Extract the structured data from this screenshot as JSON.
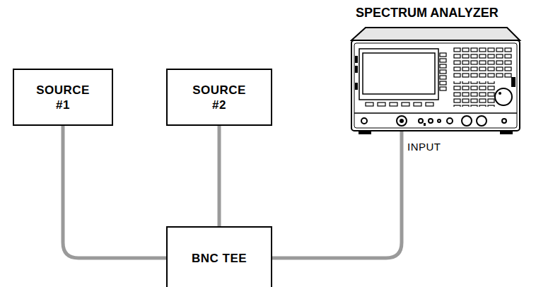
{
  "diagram": {
    "nodes": [
      {
        "text": [
          "SOURCE #1"
        ]
      },
      {
        "text": [
          "SOURCE #2"
        ]
      },
      {
        "text": [
          "BNC TEE"
        ]
      },
      {
        "text": [
          "SPECTRUM ANALYZER"
        ]
      }
    ],
    "edges": [
      {
        "from": 0,
        "to": 2,
        "arrow": "none"
      },
      {
        "from": 1,
        "to": 2,
        "arrow": "none"
      },
      {
        "from": 2,
        "to": 3,
        "arrow": "none"
      }
    ],
    "labels": [
      "INPUT"
    ]
  }
}
